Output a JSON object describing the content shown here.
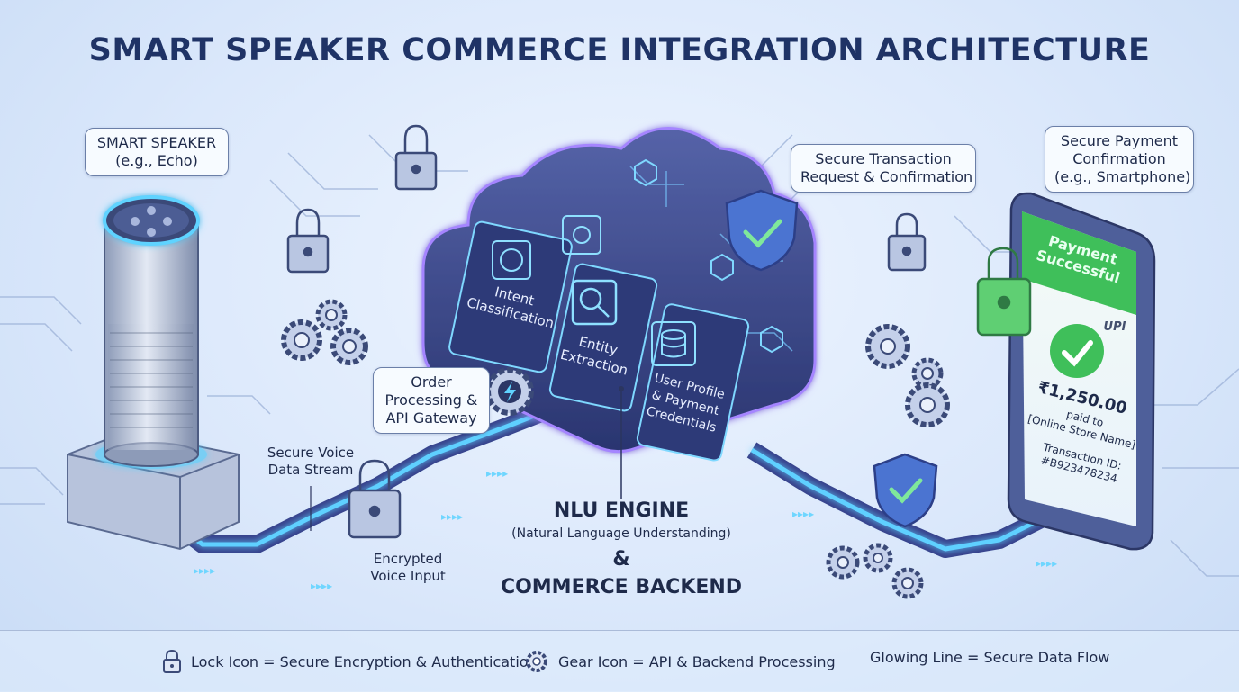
{
  "title": "SMART SPEAKER COMMERCE INTEGRATION ARCHITECTURE",
  "callouts": {
    "speaker": [
      "SMART SPEAKER",
      "(e.g., Echo)"
    ],
    "order": [
      "Order",
      "Processing &",
      "API Gateway"
    ],
    "transaction": [
      "Secure Transaction",
      "Request & Confirmation"
    ],
    "payment_confirm": [
      "Secure Payment",
      "Confirmation",
      "(e.g., Smartphone)"
    ]
  },
  "labels": {
    "voice_stream": [
      "Secure Voice",
      "Data Stream"
    ],
    "encrypted_input": [
      "Encrypted",
      "Voice Input"
    ]
  },
  "cloud_panels": {
    "intent": [
      "Intent",
      "Classification"
    ],
    "entity": [
      "Entity",
      "Extraction"
    ],
    "profile": [
      "User Profile",
      "& Payment",
      "Credentials"
    ]
  },
  "nlu": {
    "engine": "NLU ENGINE",
    "sub": "(Natural Language Understanding)",
    "amp": "&",
    "backend": "COMMERCE BACKEND"
  },
  "phone": {
    "status": [
      "Payment",
      "Successful"
    ],
    "brand": "UPI",
    "amount": "₹1,250.00",
    "paid_to": [
      "paid to",
      "[Online Store Name]"
    ],
    "txn": [
      "Transaction ID:",
      "#B923478234"
    ]
  },
  "legend": {
    "lock": "Lock Icon = Secure Encryption & Authentication",
    "gear": "Gear Icon = API & Backend Processing",
    "line": "Glowing Line = Secure Data Flow"
  },
  "colors": {
    "navy": "#1f3366",
    "glow": "#4fc3ff",
    "success": "#3fbf5a",
    "cloud": "#3b4a8c"
  }
}
